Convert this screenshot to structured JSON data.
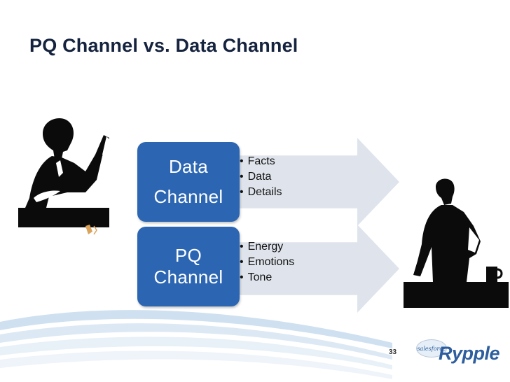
{
  "slide": {
    "title": "PQ Channel vs. Data Channel",
    "page_number": "33"
  },
  "channels": [
    {
      "label": "Data Channel",
      "bullets": [
        "Facts",
        "Data",
        "Details"
      ]
    },
    {
      "label": "PQ Channel",
      "bullets": [
        "Energy",
        "Emotions",
        "Tone"
      ]
    }
  ],
  "logos": {
    "salesforce": "salesforce",
    "rypple": "Rypple"
  },
  "colors": {
    "title": "#15233f",
    "channel_box": "#2c66b3",
    "arrow": "#dfe4ec",
    "logo_blue": "#2e5e9e"
  },
  "icons": {
    "speaker_woman": "silhouette-woman-pointing-icon",
    "listener_man": "silhouette-man-standing-icon",
    "sound": "speaker-sound-icon"
  }
}
